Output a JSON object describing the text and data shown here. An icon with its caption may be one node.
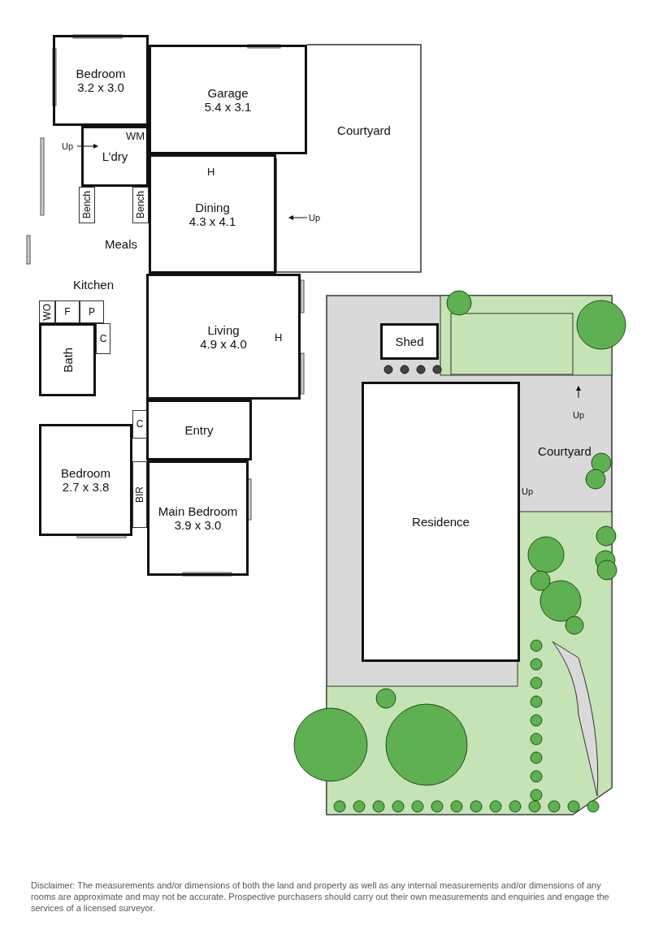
{
  "diagram": {
    "nodes": [
      {
        "text": [
          "Bedroom",
          "3.2 x 3.0"
        ]
      },
      {
        "text": [
          "Garage",
          "5.4 x 3.1"
        ]
      },
      {
        "text": [
          "Courtyard"
        ]
      },
      {
        "text": [
          "L’dry"
        ]
      },
      {
        "text": [
          "Bench"
        ]
      },
      {
        "text": [
          "Bench"
        ]
      },
      {
        "text": [
          "Dining",
          "4.3 x 4.1"
        ]
      },
      {
        "text": [
          "Meals"
        ]
      },
      {
        "text": [
          "Kitchen"
        ]
      },
      {
        "text": [
          "WO"
        ]
      },
      {
        "text": [
          "F"
        ]
      },
      {
        "text": [
          "P"
        ]
      },
      {
        "text": [
          "C"
        ]
      },
      {
        "text": [
          "Bath"
        ]
      },
      {
        "text": [
          "Living",
          "4.9 x 4.0"
        ]
      },
      {
        "text": [
          "Entry"
        ]
      },
      {
        "text": [
          "C"
        ]
      },
      {
        "text": [
          "Bedroom",
          "2.7 x 3.8"
        ]
      },
      {
        "text": [
          "BIR"
        ]
      },
      {
        "text": [
          "Main Bedroom",
          "3.9 x 3.0"
        ]
      },
      {
        "text": [
          "Shed"
        ]
      },
      {
        "text": [
          "Courtyard"
        ]
      },
      {
        "text": [
          "Residence"
        ]
      }
    ],
    "labels": [
      "WM",
      "Up",
      "H",
      "Up",
      "H",
      "Up",
      "Up",
      "Disclaimer: The measurements and/or dimensions of both the land and property as well as any internal measurements and/or dimensions of any rooms are approximate and may not be accurate. Prospective purchasers should carry out their own measurements and enquiries and engage the services of a licensed surveyor."
    ]
  }
}
